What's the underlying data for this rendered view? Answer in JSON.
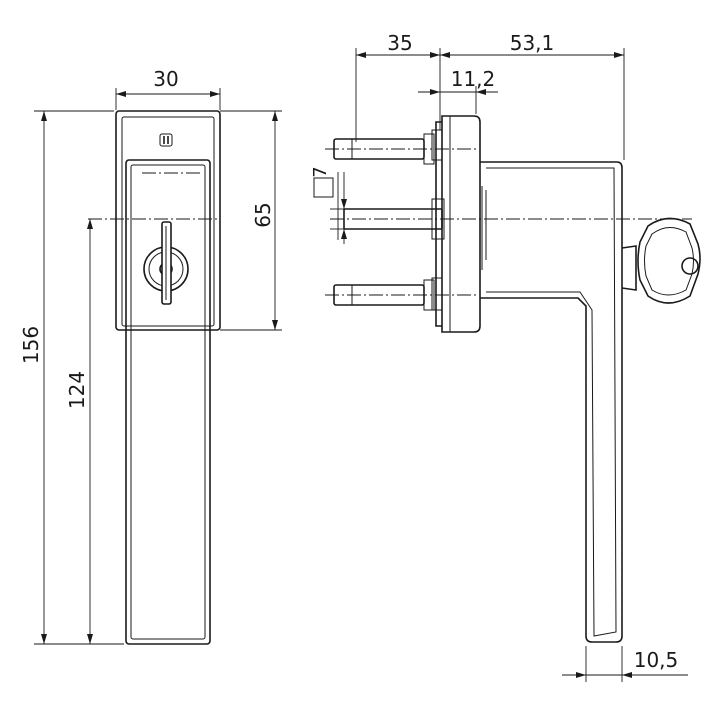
{
  "dimensions": {
    "front_width": "30",
    "total_height": "156",
    "handle_length": "124",
    "escutcheon_height": "65",
    "spindle_offset": "35",
    "projection": "53,1",
    "base_thickness": "11,2",
    "square_spindle": "7",
    "grip_thickness": "10,5"
  }
}
